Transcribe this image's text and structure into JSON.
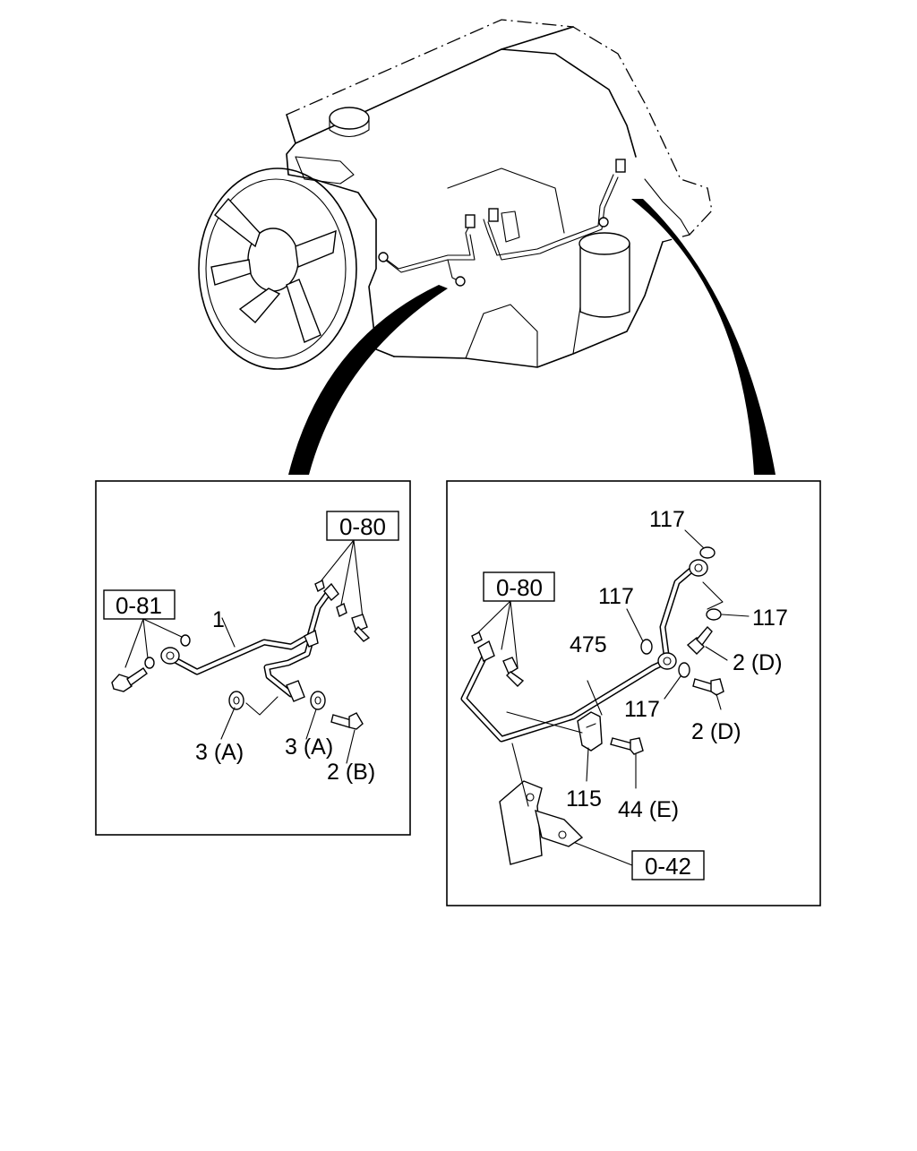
{
  "left_detail": {
    "ref_0_81": "0-81",
    "ref_0_80": "0-80",
    "label_1": "1",
    "label_3a_left": "3 (A)",
    "label_3a_right": "3 (A)",
    "label_2b": "2 (B)"
  },
  "right_detail": {
    "ref_0_80": "0-80",
    "ref_0_42": "0-42",
    "label_117_top": "117",
    "label_117_mid": "117",
    "label_117_right": "117",
    "label_117_low": "117",
    "label_475": "475",
    "label_2d_upper": "2 (D)",
    "label_2d_lower": "2 (D)",
    "label_115": "115",
    "label_44e": "44 (E)"
  }
}
